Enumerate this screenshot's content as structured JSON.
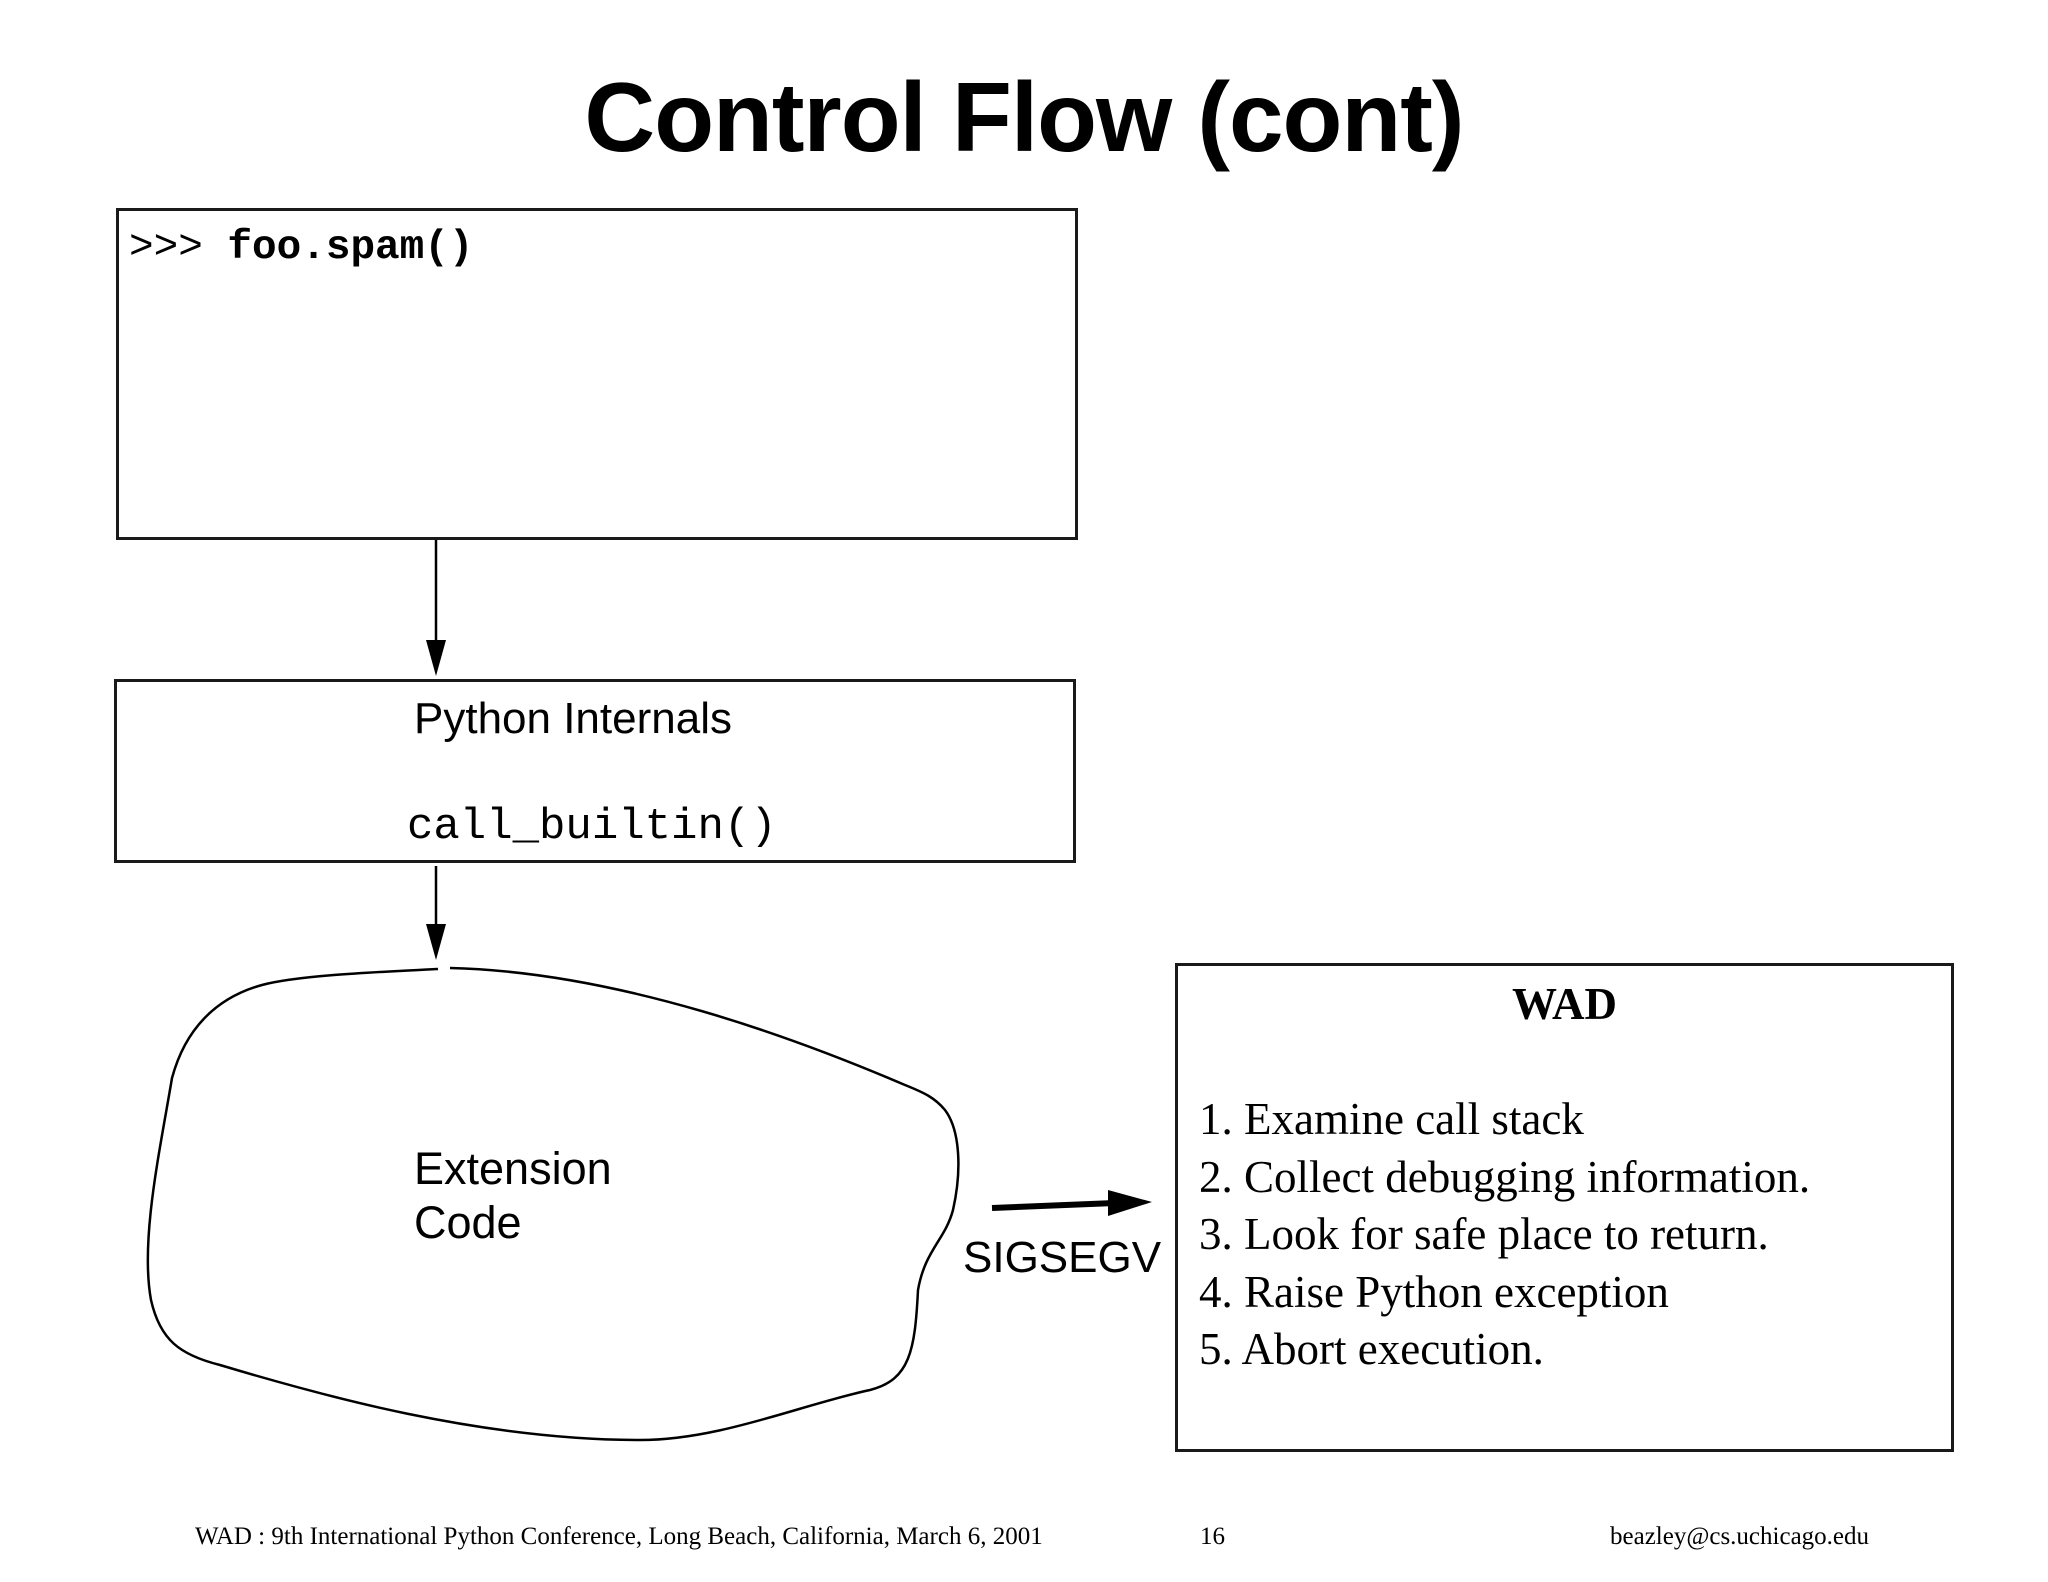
{
  "slide": {
    "title": "Control Flow (cont)"
  },
  "interpreter": {
    "prompt": ">>> ",
    "command": "foo.spam()"
  },
  "internals": {
    "title": "Python Internals",
    "function": "call_builtin()"
  },
  "extension": {
    "line1": "Extension",
    "line2": "Code"
  },
  "signal": {
    "label": "SIGSEGV"
  },
  "wad": {
    "title": "WAD",
    "steps": [
      "1.  Examine call stack",
      "2.  Collect debugging information.",
      "3.  Look for safe place to return.",
      "4.  Raise Python exception",
      "5. Abort execution."
    ]
  },
  "footer": {
    "conference": "WAD : 9th International Python Conference, Long Beach, California, March 6, 2001",
    "page": "16",
    "email": "beazley@cs.uchicago.edu"
  }
}
